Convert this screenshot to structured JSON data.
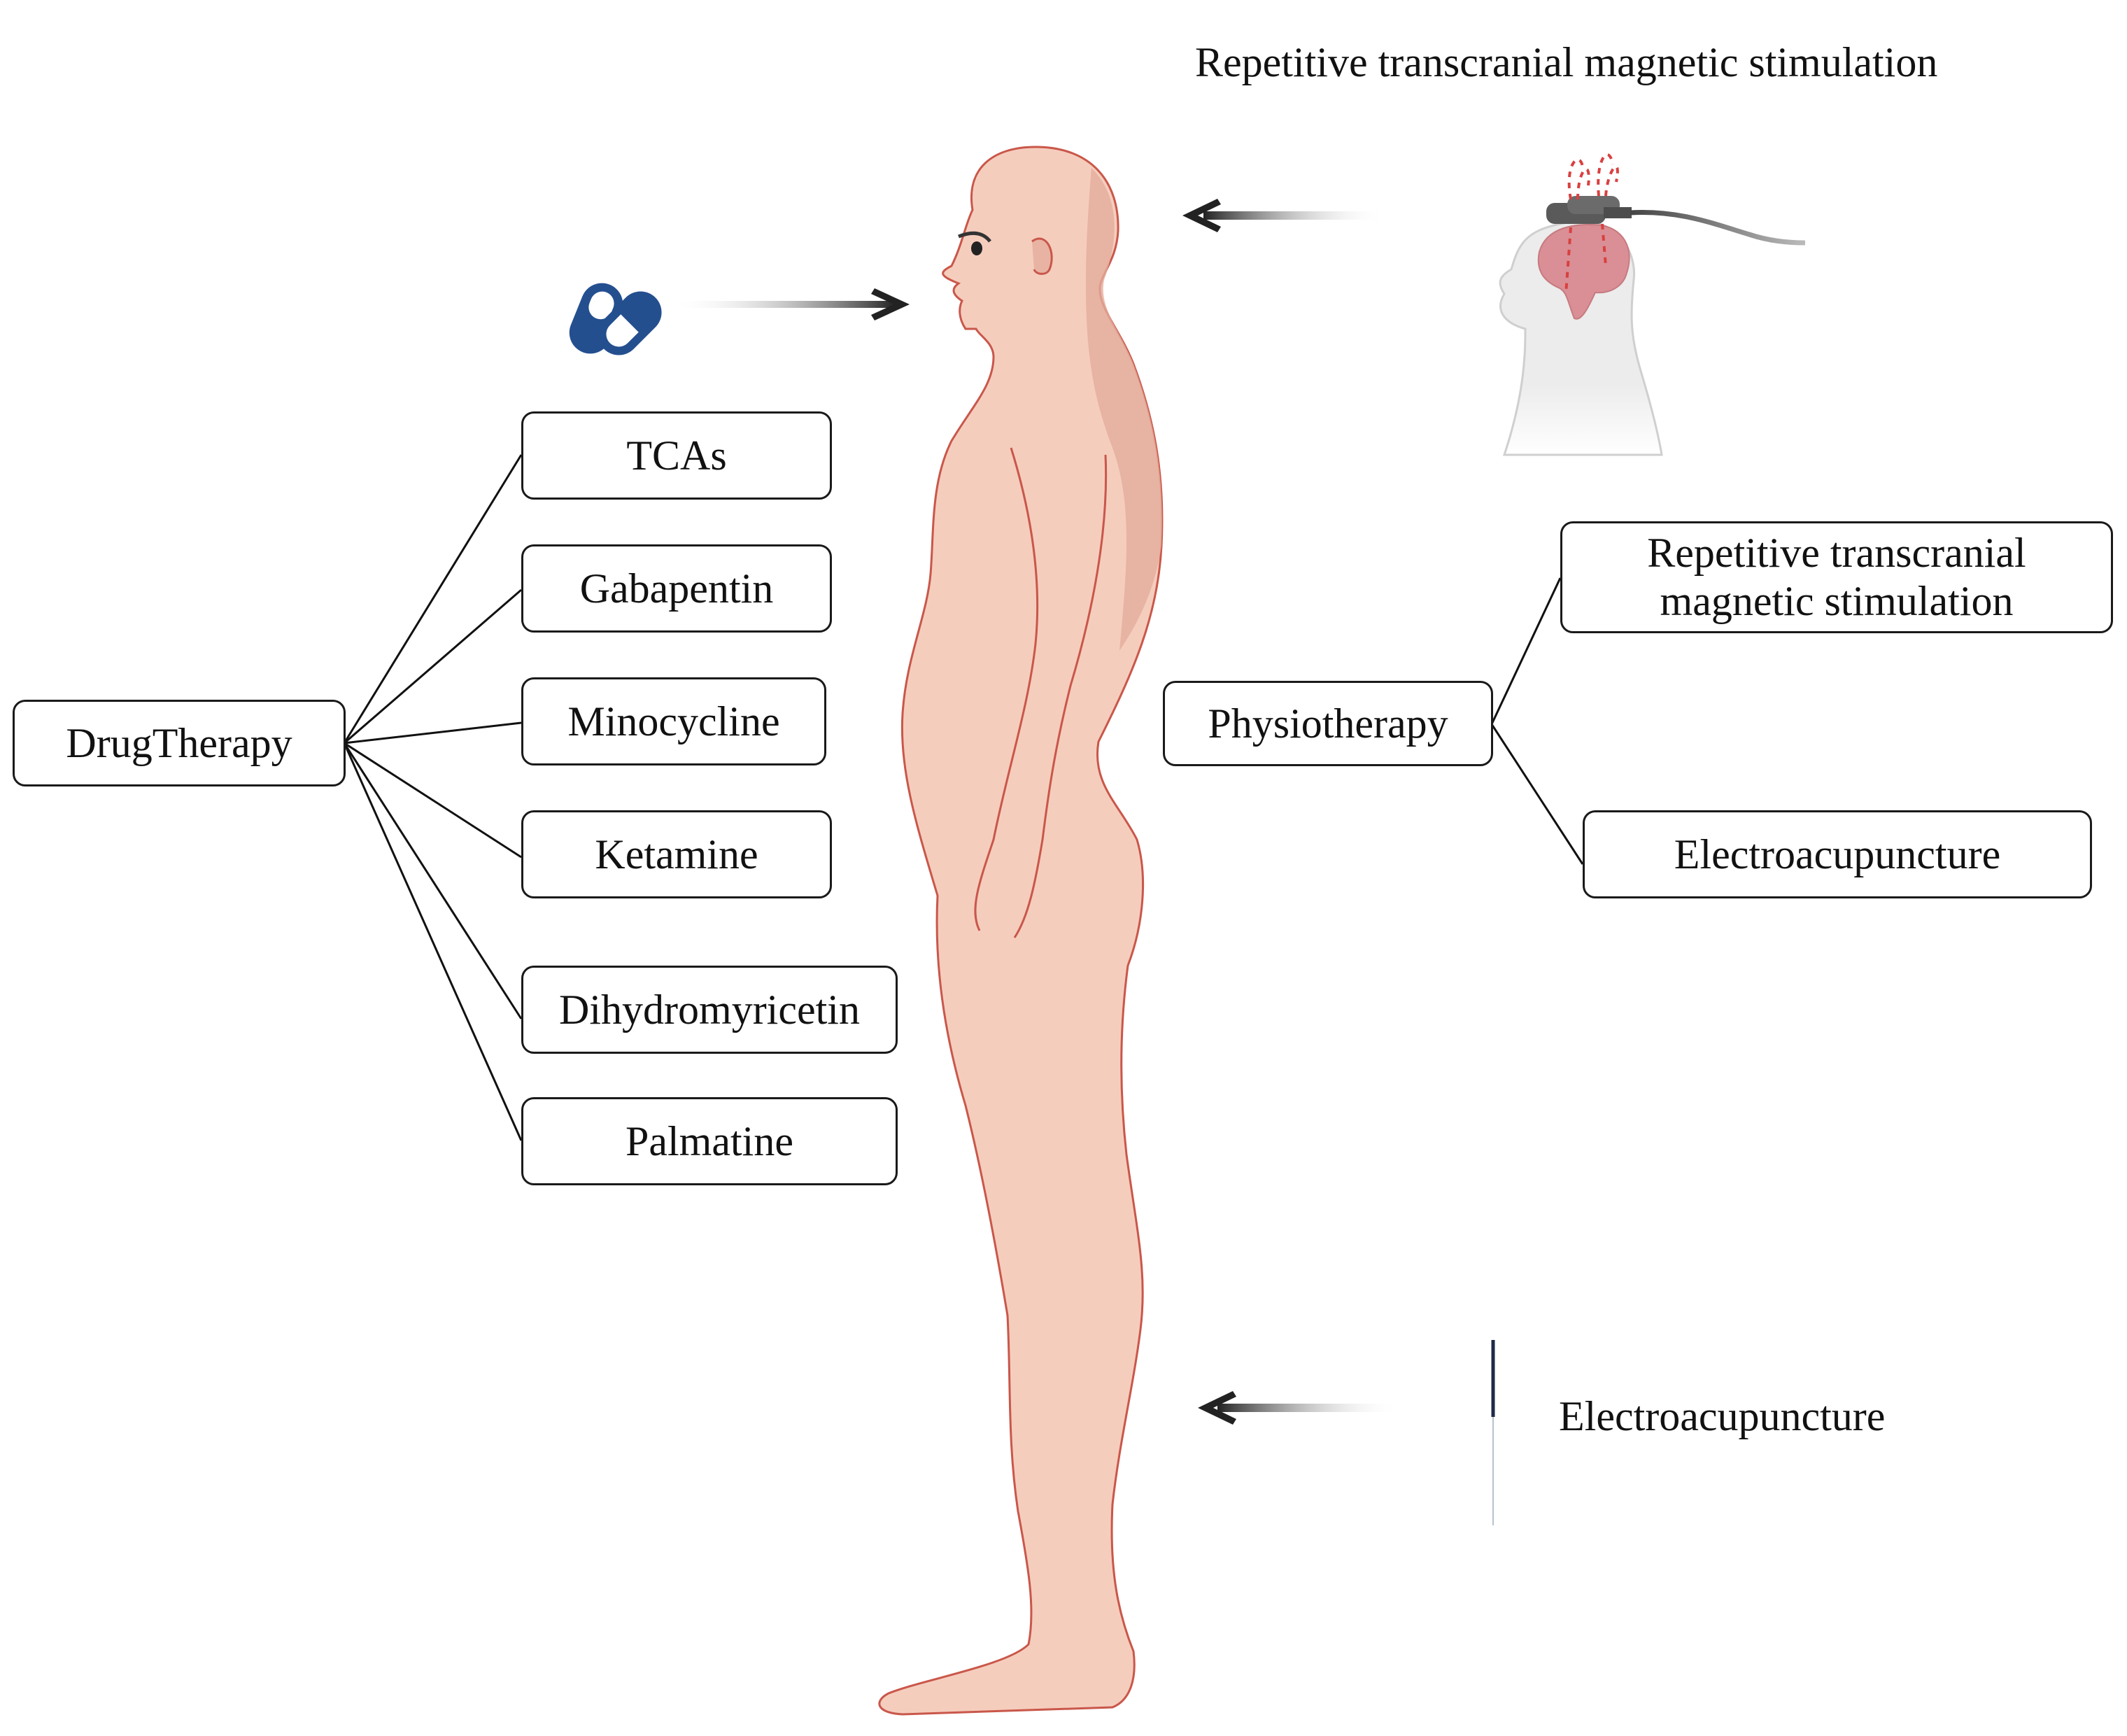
{
  "title": "Repetitive transcranial magnetic stimulation",
  "drug_therapy": {
    "label": "DrugTherapy",
    "items": [
      "TCAs",
      "Gabapentin",
      "Minocycline",
      "Ketamine",
      "Dihydromyricetin",
      "Palmatine"
    ]
  },
  "physiotherapy": {
    "label": "Physiotherapy",
    "items": [
      "Repetitive transcranial magnetic stimulation",
      "Electroacupuncture"
    ]
  },
  "electroacupuncture_label": "Electroacupuncture",
  "icons": {
    "pill": "capsule-pills-icon",
    "rtms": "rtms-head-device-icon",
    "needle": "acupuncture-needle-icon",
    "body": "human-body-figure"
  },
  "colors": {
    "skin": "#f5cdbd",
    "skin_shadow": "#e3ad9b",
    "outline": "#c9574a",
    "pill": "#244f8f",
    "brain": "#d98f95",
    "device": "#5a5a5a",
    "needle": "#1f2a4a"
  }
}
